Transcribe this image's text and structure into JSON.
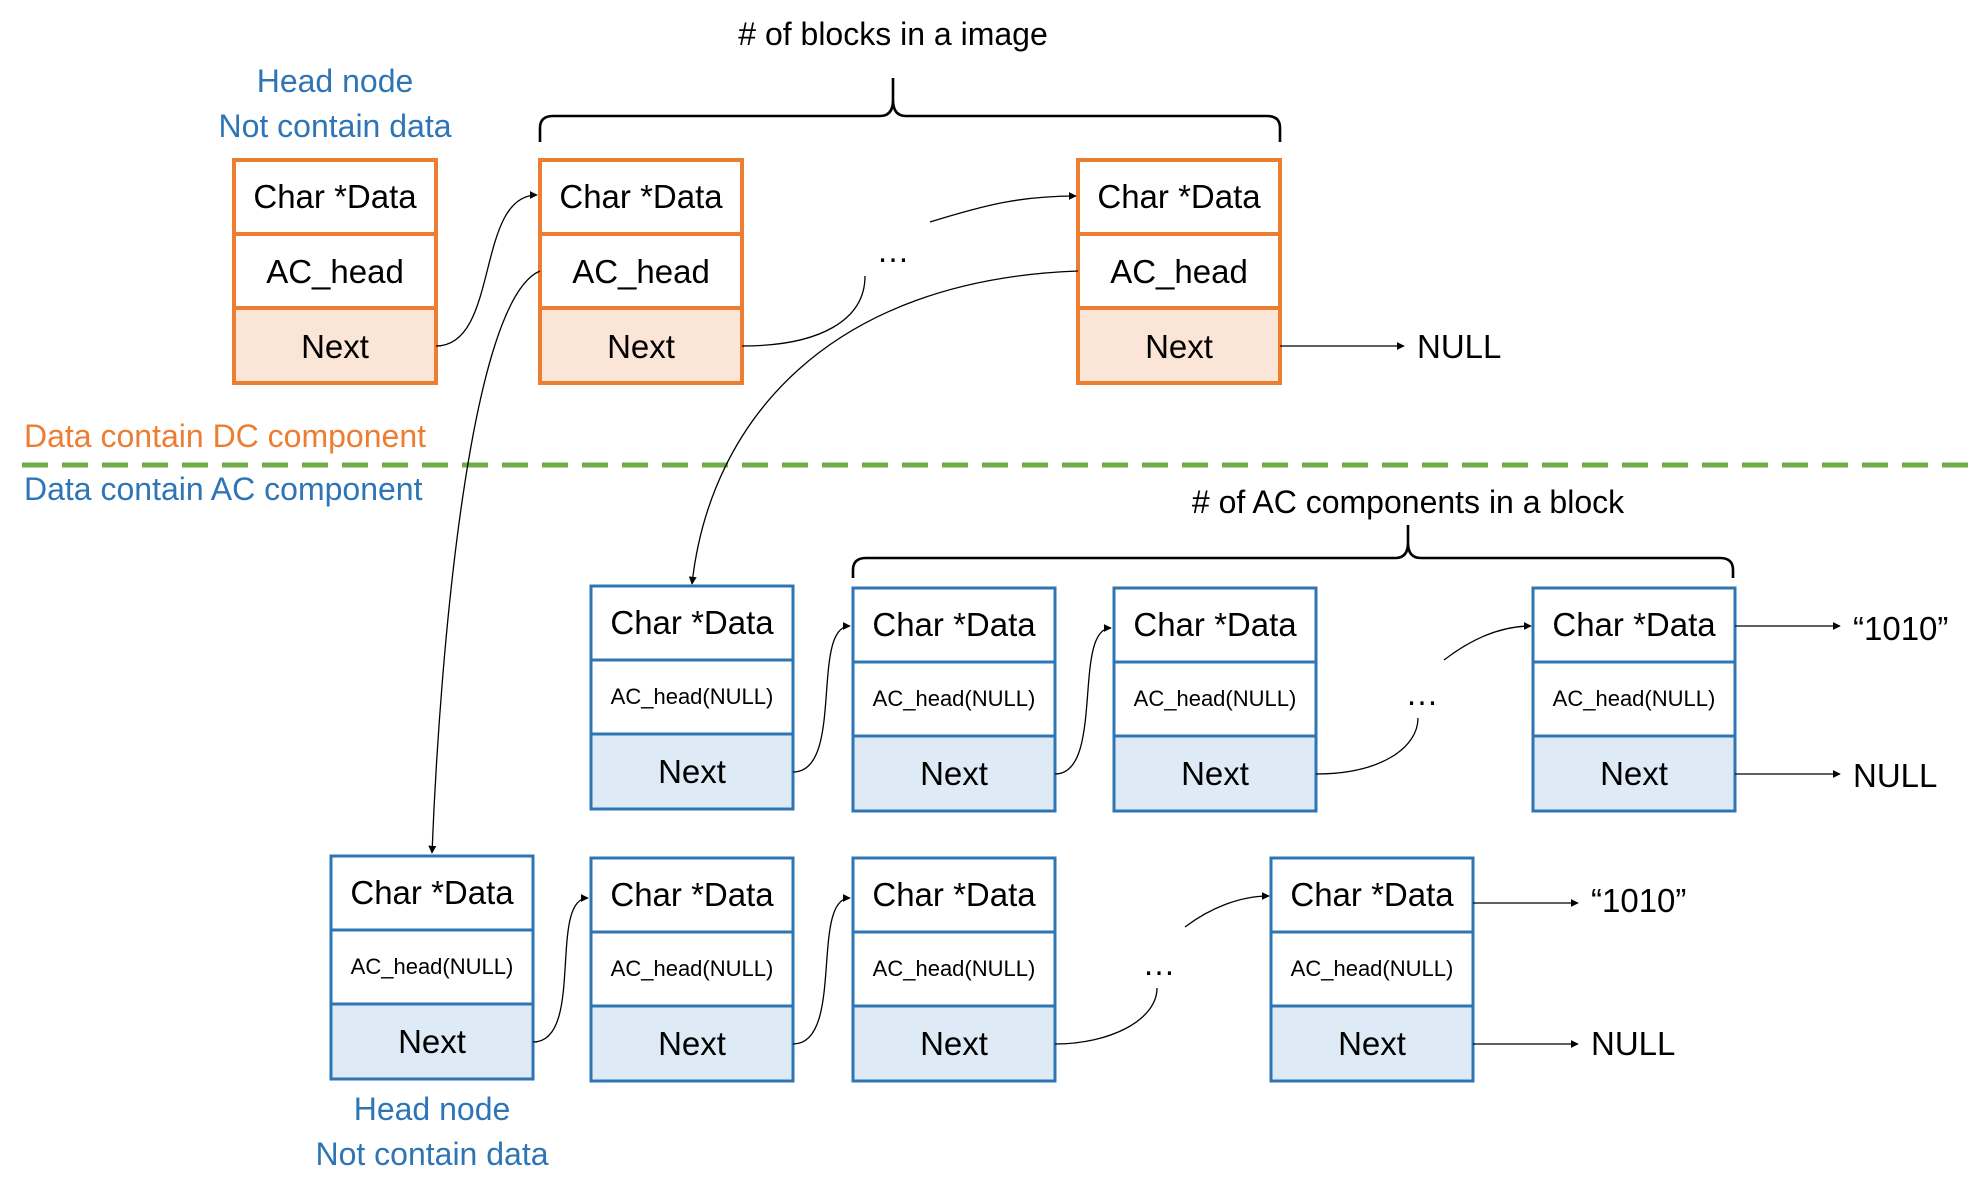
{
  "labels": {
    "blocks_in_image": "# of blocks in a image",
    "ac_components_in_block": "# of AC components in a block",
    "head_node": "Head node",
    "not_contain_data": "Not contain data",
    "dc_section": "Data contain DC component",
    "ac_section": "Data contain AC component",
    "ellipsis": "…",
    "null": "NULL",
    "string_value": "“1010”"
  },
  "node_fields": {
    "data": "Char *Data",
    "ac_head": "AC_head",
    "ac_head_null": "AC_head(NULL)",
    "next": "Next"
  },
  "colors": {
    "dc_border": "#ED7D31",
    "dc_next_fill": "#FBE5D6",
    "ac_border": "#2E75B6",
    "ac_next_fill": "#DEEBF7",
    "divider": "#70AD47",
    "head_text": "#2E75B6",
    "dc_text": "#ED7D31"
  }
}
